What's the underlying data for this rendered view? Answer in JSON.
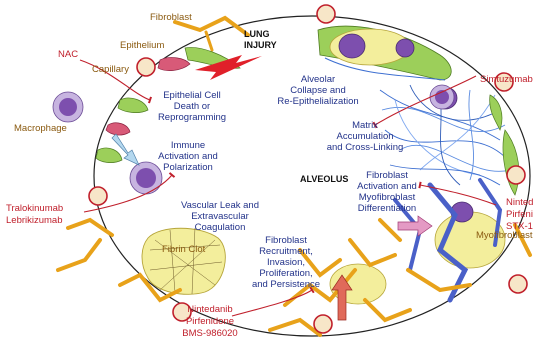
{
  "center": {
    "label": "ALVEOLUS"
  },
  "injury": {
    "line1": "LUNG",
    "line2": "INJURY"
  },
  "cells": {
    "fibroblast": "Fibroblast",
    "epithelium": "Epithelium",
    "capillary": "Capillary",
    "macrophage": "Macrophage",
    "fibrin_clot": "Fibrin Clot",
    "myofibroblast": "Myofibroblast"
  },
  "stages": [
    {
      "id": "epithelial",
      "lines": [
        "Epithelial Cell",
        "Death or",
        "Reprogramming"
      ]
    },
    {
      "id": "immune",
      "lines": [
        "Immune",
        "Activation and",
        "Polarization"
      ]
    },
    {
      "id": "vascular",
      "lines": [
        "Vascular Leak and",
        "Extravascular",
        "Coagulation"
      ]
    },
    {
      "id": "recruitment",
      "lines": [
        "Fibroblast",
        "Recruitment,",
        "Invasion,",
        "Proliferation,",
        "and Persistence"
      ]
    },
    {
      "id": "activation",
      "lines": [
        "Fibroblast",
        "Activation and",
        "Myofibroblast",
        "Differentiation"
      ]
    },
    {
      "id": "matrix",
      "lines": [
        "Matrix",
        "Accumulation",
        "and Cross-Linking"
      ]
    },
    {
      "id": "alveolar",
      "lines": [
        "Alveolar",
        "Collapse and",
        "Re-Epithelialization"
      ]
    }
  ],
  "drugs": {
    "nac": "NAC",
    "simtuzumab": "Simtuzumab",
    "tralokinumab": "Tralokinumab",
    "lebrikizumab": "Lebrikizumab",
    "right_group": [
      "Ninted",
      "Pirfeni",
      "STX-1"
    ],
    "bottom_group": [
      "Nintedanib",
      "Pirfenidone",
      "BMS-986020"
    ]
  },
  "colors": {
    "stage_text": "#23338a",
    "drug_text": "#c0202c",
    "cell_text": "#8a5a10",
    "fibroblast": "#e8a21a",
    "epithelium": "#8fc24a",
    "macrophage": "#8f63b8",
    "clot": "#f3ee9c",
    "bolt": "#e0202a"
  }
}
